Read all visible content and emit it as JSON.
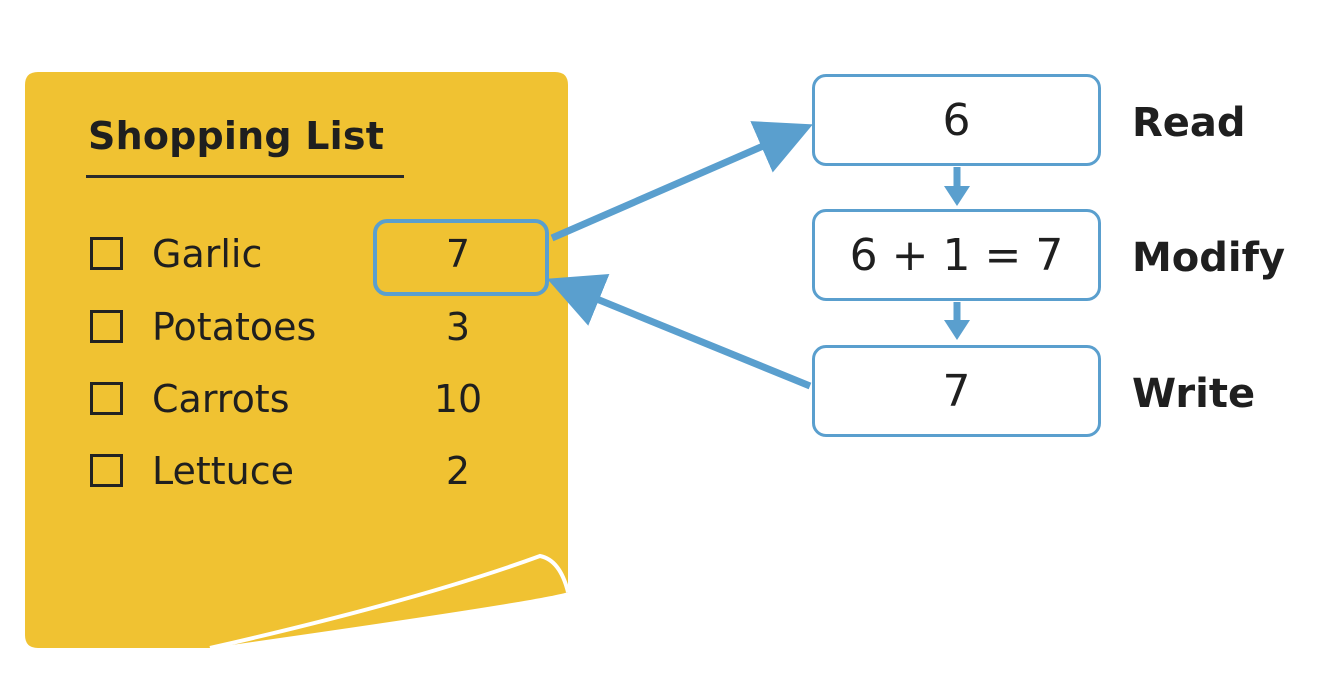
{
  "shopping_list": {
    "title": "Shopping List",
    "items": [
      {
        "name": "Garlic",
        "quantity": "7",
        "highlighted": true,
        "checked": false
      },
      {
        "name": "Potatoes",
        "quantity": "3",
        "highlighted": false,
        "checked": false
      },
      {
        "name": "Carrots",
        "quantity": "10",
        "highlighted": false,
        "checked": false
      },
      {
        "name": "Lettuce",
        "quantity": "2",
        "highlighted": false,
        "checked": false
      }
    ]
  },
  "steps": [
    {
      "value": "6",
      "label": "Read"
    },
    {
      "value": "6 + 1 = 7",
      "label": "Modify"
    },
    {
      "value": "7",
      "label": "Write"
    }
  ],
  "colors": {
    "note": "#f0c232",
    "accent": "#5a9fce",
    "text": "#1f1f1f",
    "background": "#ffffff"
  }
}
